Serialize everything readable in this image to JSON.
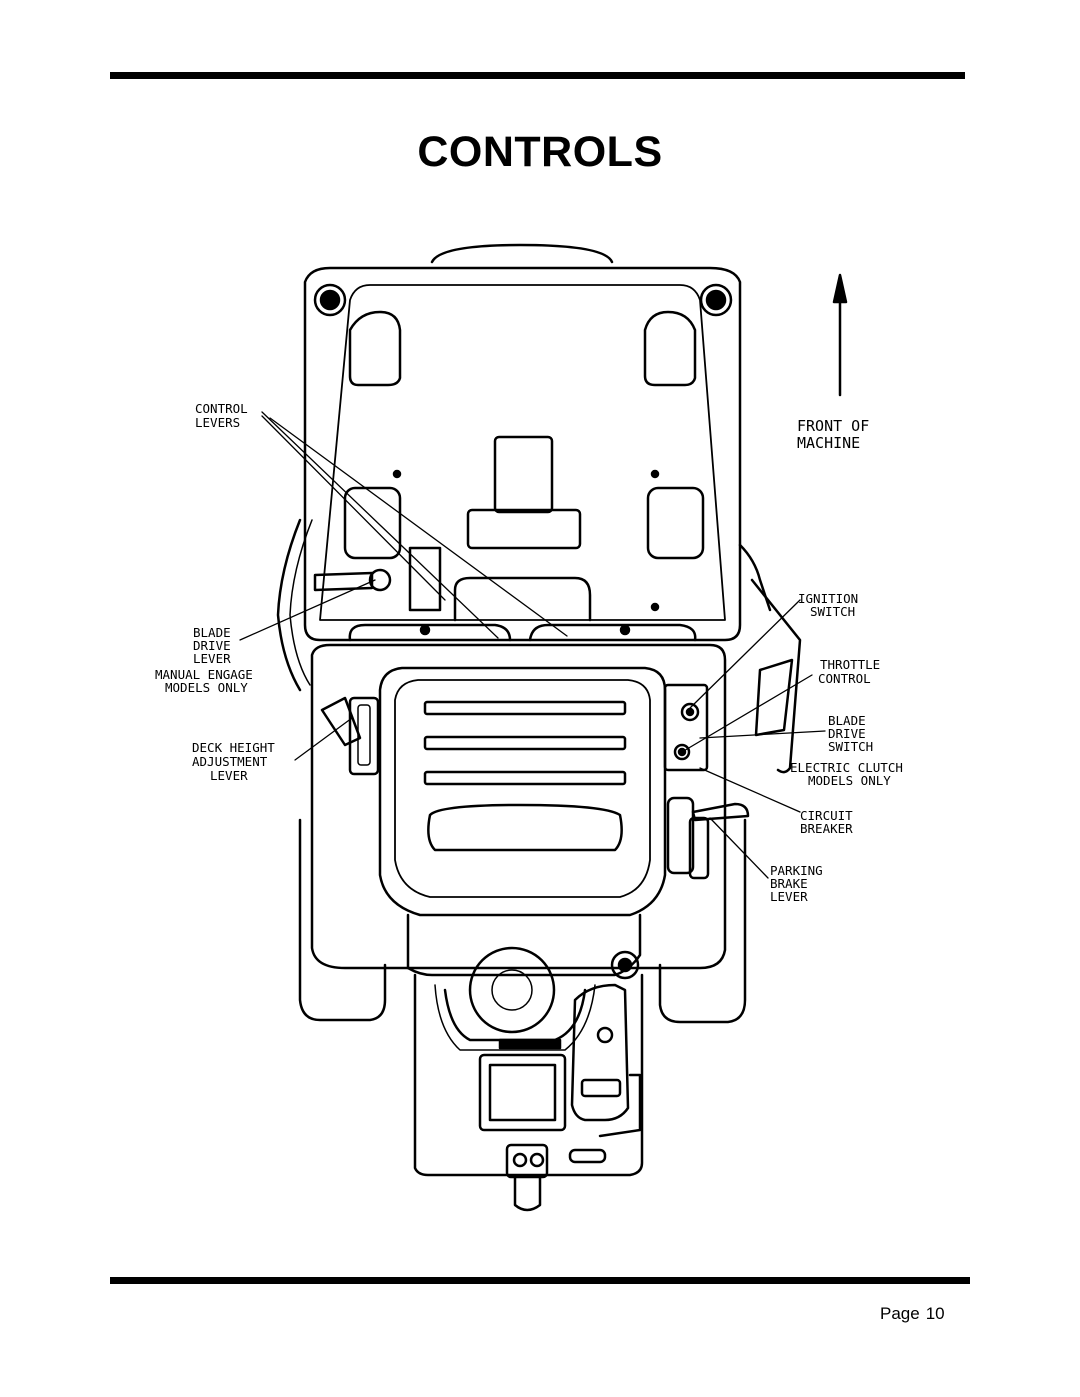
{
  "page": {
    "title": "CONTROLS",
    "page_label": "Page",
    "page_number": "10"
  },
  "diagram": {
    "labels": {
      "control_levers": [
        "CONTROL",
        "LEVERS"
      ],
      "front_of_machine": [
        "FRONT OF",
        "MACHINE"
      ],
      "ignition_switch": [
        "IGNITION",
        "SWITCH"
      ],
      "blade_drive_lever": [
        "BLADE",
        "DRIVE",
        "LEVER"
      ],
      "manual_engage": [
        "MANUAL ENGAGE",
        "MODELS ONLY"
      ],
      "throttle_control": [
        "THROTTLE",
        "CONTROL"
      ],
      "deck_height": [
        "DECK HEIGHT",
        "ADJUSTMENT",
        "LEVER"
      ],
      "blade_drive_switch": [
        "BLADE",
        "DRIVE",
        "SWITCH"
      ],
      "electric_clutch": [
        "ELECTRIC CLUTCH",
        "MODELS ONLY"
      ],
      "circuit_breaker": [
        "CIRCUIT",
        "BREAKER"
      ],
      "parking_brake": [
        "PARKING",
        "BRAKE",
        "LEVER"
      ]
    }
  }
}
